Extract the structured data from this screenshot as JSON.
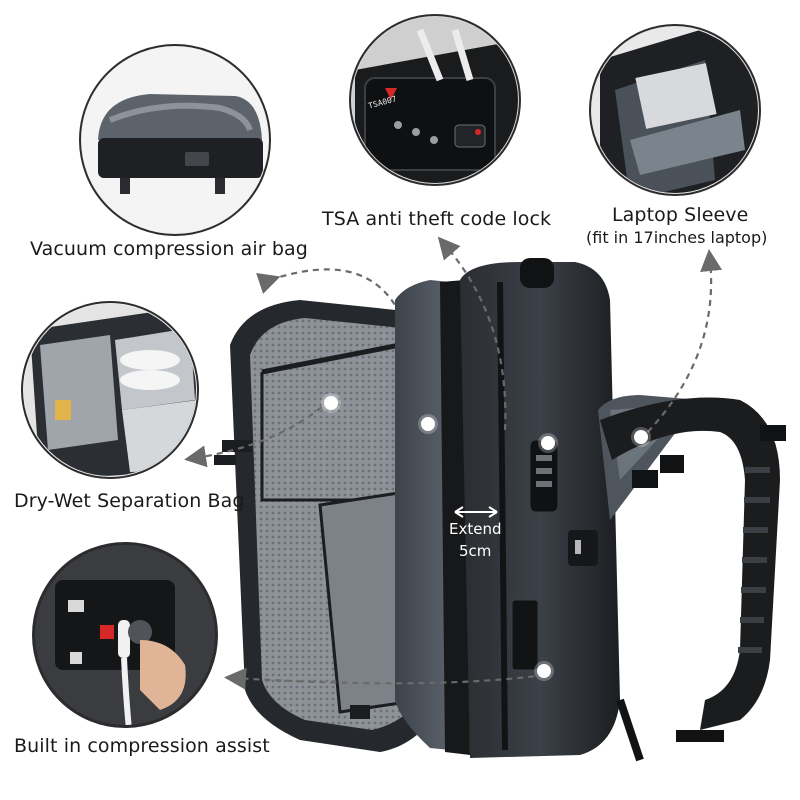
{
  "labels": {
    "vacuum": "Vacuum compression air bag",
    "tsa": "TSA anti theft code lock",
    "laptop_title": "Laptop Sleeve",
    "laptop_sub": "(fit in 17inches laptop)",
    "drywet": "Dry-Wet Separation Bag",
    "compression": "Built in compression assist",
    "extend_line1": "Extend",
    "extend_line2": "5cm"
  },
  "lock_brand": "TSA007",
  "icons": [
    "arrow-dashed-icon",
    "hotspot-dot-icon",
    "double-arrow-icon"
  ],
  "colors": {
    "bag_dark": "#1f2226",
    "bag_gray": "#4a5058",
    "mesh": "#9a9ea3",
    "accent_red": "#d62828",
    "text": "#1a1a1a"
  }
}
